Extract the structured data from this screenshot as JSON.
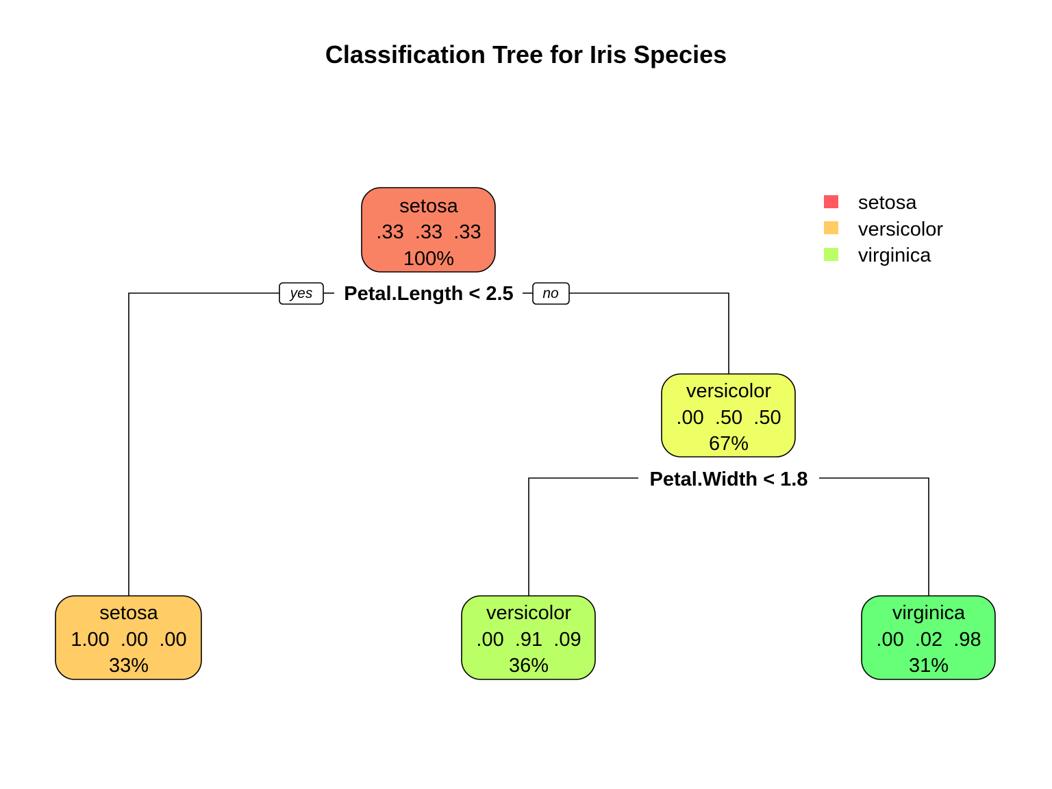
{
  "title": "Classification Tree for Iris Species",
  "legend": [
    {
      "label": "setosa",
      "color": "#FF5A5F"
    },
    {
      "label": "versicolor",
      "color": "#FFCC66"
    },
    {
      "label": "virginica",
      "color": "#BBFF66"
    }
  ],
  "nodes": {
    "root": {
      "class": "setosa",
      "probs": ".33  .33  .33",
      "pct": "100%",
      "color": "#FA8264"
    },
    "left_leaf": {
      "class": "setosa",
      "probs": "1.00  .00  .00",
      "pct": "33%",
      "color": "#FFCC66"
    },
    "mid": {
      "class": "versicolor",
      "probs": ".00  .50  .50",
      "pct": "67%",
      "color": "#EEFF66"
    },
    "mid_left_leaf": {
      "class": "versicolor",
      "probs": ".00  .91  .09",
      "pct": "36%",
      "color": "#BBFF66"
    },
    "mid_right_leaf": {
      "class": "virginica",
      "probs": ".00  .02  .98",
      "pct": "31%",
      "color": "#66FF77"
    }
  },
  "splits": {
    "root": "Petal.Length < 2.5",
    "mid": "Petal.Width < 1.8"
  },
  "branch_labels": {
    "yes": "yes",
    "no": "no"
  }
}
